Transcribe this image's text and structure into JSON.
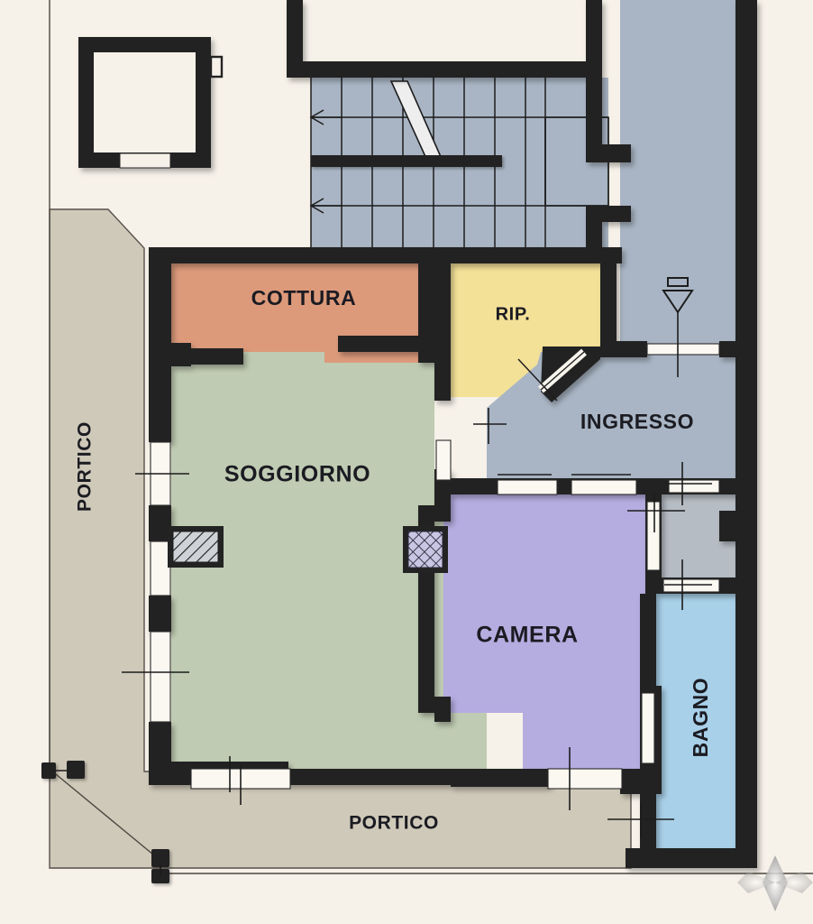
{
  "document": {
    "type": "architectural-floor-plan",
    "language": "it",
    "background_color": "#f6f1e9"
  },
  "rooms": [
    {
      "key": "cottura",
      "label": "COTTURA",
      "fill": "#dc9a7b",
      "orientation": "horizontal"
    },
    {
      "key": "rip",
      "label": "RIP.",
      "fill": "#f4e198",
      "orientation": "horizontal"
    },
    {
      "key": "ingresso",
      "label": "INGRESSO",
      "fill": "#a9b5c4",
      "orientation": "horizontal"
    },
    {
      "key": "soggiorno",
      "label": "SOGGIORNO",
      "fill": "#bfcbb2",
      "orientation": "horizontal"
    },
    {
      "key": "camera",
      "label": "CAMERA",
      "fill": "#b5ace0",
      "orientation": "horizontal"
    },
    {
      "key": "bagno",
      "label": "BAGNO",
      "fill": "#a8d0e8",
      "orientation": "vertical"
    },
    {
      "key": "disimpegno",
      "label": "",
      "fill": "#b6bcc4",
      "orientation": "horizontal"
    },
    {
      "key": "vano_scala",
      "label": "",
      "fill": "#a9b5c4",
      "orientation": "horizontal"
    }
  ],
  "outdoor_areas": [
    {
      "key": "portico_left",
      "label": "PORTICO",
      "fill": "#cfc9b9",
      "orientation": "vertical"
    },
    {
      "key": "portico_bottom",
      "label": "PORTICO",
      "fill": "#cfc9b9",
      "orientation": "horizontal"
    }
  ],
  "features": {
    "stairs": {
      "name": "staircase",
      "flights": 2,
      "direction_arrows": 2,
      "treads_upper": 9,
      "treads_lower": 9
    },
    "box_room": {
      "name": "box-vano-top-left",
      "fill": "#f6f1e9"
    },
    "north_indicator": {
      "name": "direction-triangle",
      "shape": "down-triangle"
    },
    "chimney_soggiorno": {
      "name": "hatched-pillar-diagonal"
    },
    "chimney_camera": {
      "name": "hatched-pillar-cross"
    },
    "watermark": {
      "name": "diamond-sparkle"
    }
  },
  "colors": {
    "wall": "#232323",
    "wall_highlight": "#3a3a3a",
    "paper": "#f6f1e9",
    "outdoor": "#cfc9b9",
    "glass": "#fbf8f1",
    "label_text": "#1b1b22"
  }
}
